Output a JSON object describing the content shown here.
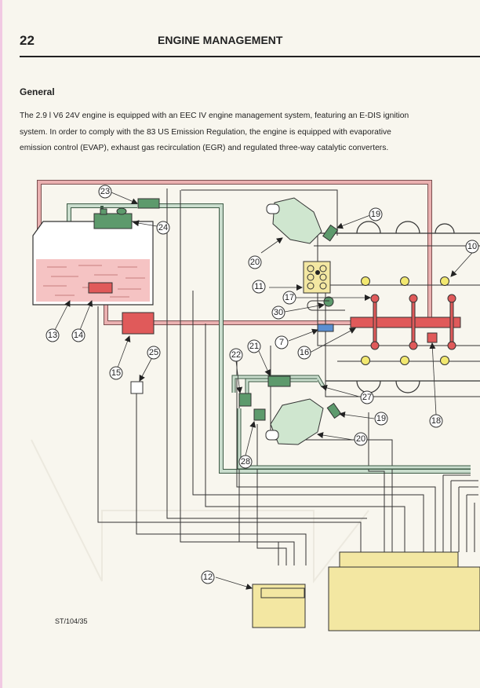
{
  "header": {
    "page_number": "22",
    "chapter_title": "ENGINE MANAGEMENT"
  },
  "section": {
    "heading": "General",
    "body": "The 2.9 l V6 24V engine is equipped with an EEC IV engine management system, featuring an E-DIS ignition system. In order to comply with the 83 US Emission Regulation, the engine is equipped with evaporative emission control (EVAP), exhaust gas recirculation (EGR) and regulated three-way catalytic converters."
  },
  "diagram": {
    "reference": "ST/104/35",
    "colors": {
      "fuel_line": "#e8a0a0",
      "fuel_component": "#e05a5a",
      "vapour_line": "#bcd6c2",
      "vapour_component": "#5d9a6c",
      "catalyst": "#cfe6cf",
      "electronic": "#f3e7a2",
      "injector_plug": "#f2e870",
      "sensor_blue": "#5b8fd1"
    },
    "callouts": {
      "c7": "7",
      "c10": "10",
      "c11": "11",
      "c12": "12",
      "c13": "13",
      "c14": "14",
      "c15": "15",
      "c16": "16",
      "c17": "17",
      "c18": "18",
      "c19a": "19",
      "c19b": "19",
      "c20a": "20",
      "c20b": "20",
      "c21": "21",
      "c22": "22",
      "c23": "23",
      "c24": "24",
      "c25": "25",
      "c27": "27",
      "c28": "28",
      "c30": "30"
    }
  }
}
